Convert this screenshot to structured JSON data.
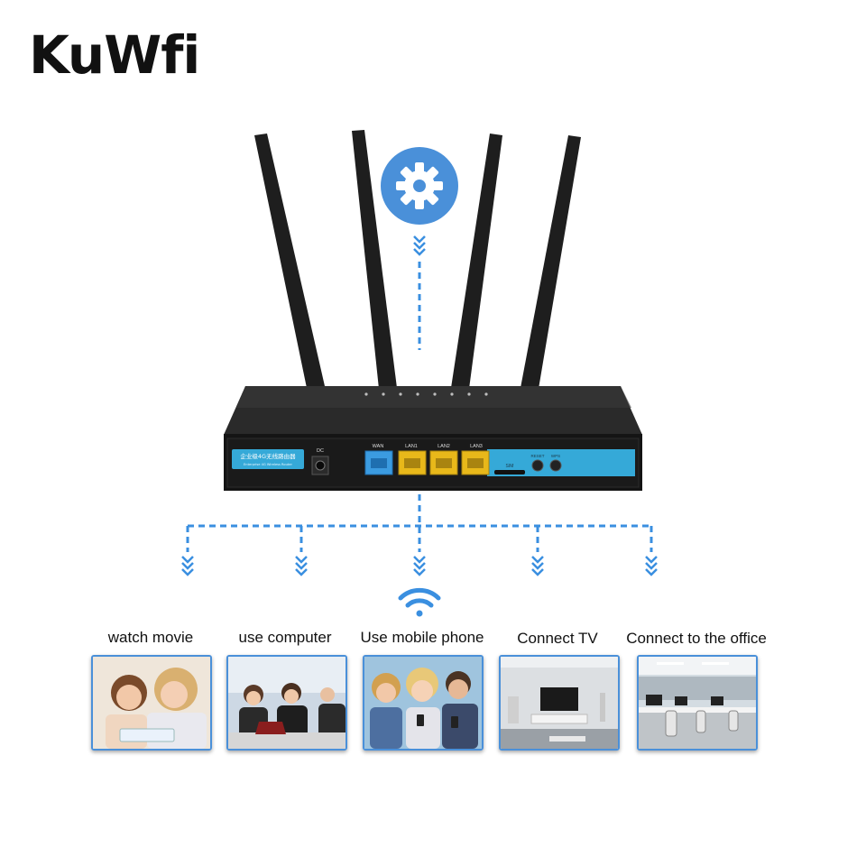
{
  "brand": {
    "logo_text": "KuWfi"
  },
  "router": {
    "badge_text": "企业级4G无线路由器",
    "badge_subtext": "Enterprise 4G Wireless Router",
    "port_labels": {
      "dc": "DC",
      "wan": "WAN",
      "lan1": "LAN1",
      "lan2": "LAN2",
      "lan3": "LAN3",
      "sim": "SIM",
      "reset": "RESET",
      "wps": "WPS"
    }
  },
  "colors": {
    "accent_blue": "#4a90d9",
    "dash_blue": "#3a8fe0",
    "router_body": "#1c1c1c",
    "lan_yellow": "#e8b81a",
    "badge_cyan": "#35a9d8"
  },
  "icons": {
    "settings": "gear-icon",
    "wifi": "wifi-icon",
    "arrows": "chevron-down-icon"
  },
  "uses": [
    {
      "label": "watch movie",
      "icon": "photo-family-tablet"
    },
    {
      "label": "use computer",
      "icon": "photo-business-laptop"
    },
    {
      "label": "Use mobile phone",
      "icon": "photo-friends-phones"
    },
    {
      "label": "Connect TV",
      "icon": "photo-living-room-tv"
    },
    {
      "label": "Connect to the office",
      "icon": "photo-office"
    }
  ]
}
